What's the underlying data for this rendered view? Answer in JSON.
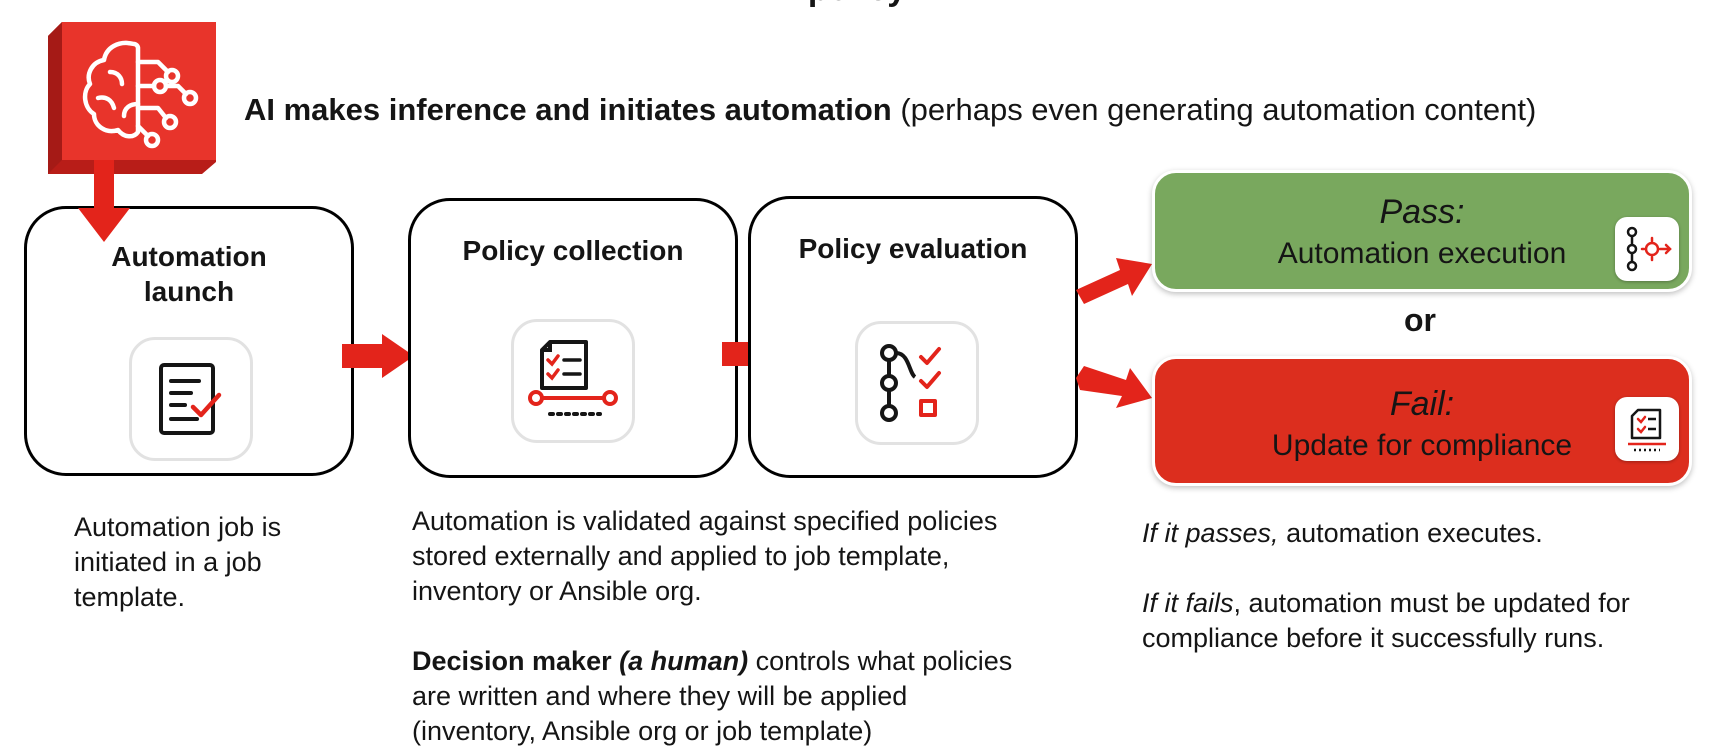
{
  "page": {
    "cut_title": "policy"
  },
  "headline": {
    "bold": "AI makes inference and initiates automation",
    "rest": " (perhaps even generating automation content)"
  },
  "steps": [
    {
      "title_line1": "Automation",
      "title_line2": "launch",
      "icon": "checklist-document-icon"
    },
    {
      "title": "Policy collection",
      "icon": "policy-document-icon"
    },
    {
      "title": "Policy evaluation",
      "icon": "workflow-checklist-icon"
    }
  ],
  "outcomes": {
    "pass": {
      "lead": "Pass:",
      "sub": "Automation execution",
      "color": "#79a85e",
      "icon": "automation-gear-icon"
    },
    "or_label": "or",
    "fail": {
      "lead": "Fail:",
      "sub": "Update for compliance",
      "color": "#dc2e1e",
      "icon": "compliance-document-icon"
    }
  },
  "descriptions": {
    "launch": [
      "Automation job is",
      "initiated in a job",
      "template."
    ],
    "policy": [
      "Automation is validated against specified policies",
      "stored externally and applied to job template,",
      "inventory or Ansible org."
    ],
    "decision": {
      "bold": "Decision maker ",
      "bold_italic": "(a human)",
      "rest_line1": " controls what policies",
      "line2": "are written and where they will be applied",
      "line3": "(inventory, Ansible org or job template)"
    },
    "pass_text": {
      "italic": "If it passes,",
      "rest": " automation executes."
    },
    "fail_text": {
      "italic": "If it fails",
      "rest": ", automation must be updated for",
      "line2": "compliance before it successfully runs."
    }
  },
  "colors": {
    "accent_red": "#e3241b",
    "pass_green": "#79a85e",
    "fail_red": "#dc2e1e"
  }
}
